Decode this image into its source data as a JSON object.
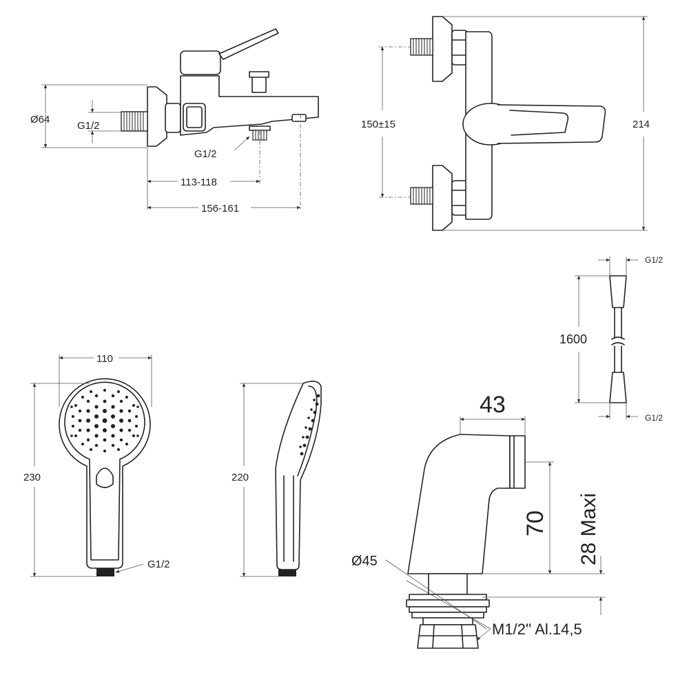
{
  "mixer_side": {
    "diameter": "Ø64",
    "inlet_thread": "G1/2",
    "outlet_thread": "G1/2",
    "spout_depth": "113-118",
    "total_depth": "156-161"
  },
  "mixer_front": {
    "centers": "150±15",
    "height": "214"
  },
  "hose": {
    "top_thread": "G1/2",
    "length": "1600",
    "bottom_thread": "G1/2"
  },
  "hand_shower_front": {
    "width": "110",
    "height": "230",
    "thread": "G1/2"
  },
  "hand_shower_side": {
    "height": "220"
  },
  "connector": {
    "width": "43",
    "height": "70",
    "max_thickness": "28 Maxi",
    "diameter": "Ø45",
    "thread": "M1/2'' Al.14,5"
  }
}
